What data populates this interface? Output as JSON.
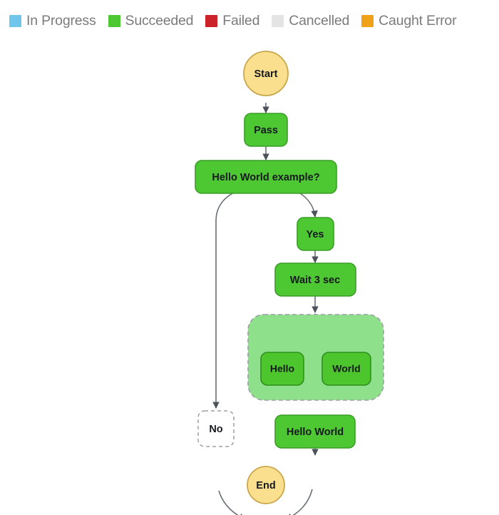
{
  "legend": {
    "items": [
      {
        "label": "In Progress",
        "color": "#6fc5ea",
        "icon": "square-swatch-icon"
      },
      {
        "label": "Succeeded",
        "color": "#4dc832",
        "icon": "square-swatch-icon"
      },
      {
        "label": "Failed",
        "color": "#cc2229",
        "icon": "square-swatch-icon"
      },
      {
        "label": "Cancelled",
        "color": "#e4e4e4",
        "icon": "square-swatch-icon"
      },
      {
        "label": "Caught Error",
        "color": "#efa217",
        "icon": "square-swatch-icon"
      }
    ]
  },
  "graph": {
    "nodes": {
      "start": {
        "label": "Start",
        "status": "Succeeded"
      },
      "pass": {
        "label": "Pass",
        "status": "Succeeded"
      },
      "choice": {
        "label": "Hello World example?",
        "status": "Succeeded"
      },
      "yes": {
        "label": "Yes",
        "status": "Succeeded"
      },
      "wait": {
        "label": "Wait 3 sec",
        "status": "Succeeded"
      },
      "hello": {
        "label": "Hello",
        "status": "Succeeded"
      },
      "world": {
        "label": "World",
        "status": "Succeeded"
      },
      "no": {
        "label": "No",
        "status": "Cancelled"
      },
      "hello_world": {
        "label": "Hello World",
        "status": "Succeeded"
      },
      "end": {
        "label": "End",
        "status": "Succeeded"
      }
    },
    "colors": {
      "terminal_fill": "#fadf8e",
      "terminal_stroke": "#c9a84c",
      "succeeded_fill": "#4dc832",
      "succeeded_stroke": "#3a9e26",
      "parallel_group_fill": "#8fe08a",
      "parallel_group_stroke": "#9aa0a6",
      "inner_node_fill": "#4cc62c",
      "inner_node_stroke": "#2f8f1e",
      "cancelled_fill": "#ffffff",
      "cancelled_stroke": "#9aa0a6",
      "edge": "#687078",
      "text": "#16191f"
    }
  }
}
